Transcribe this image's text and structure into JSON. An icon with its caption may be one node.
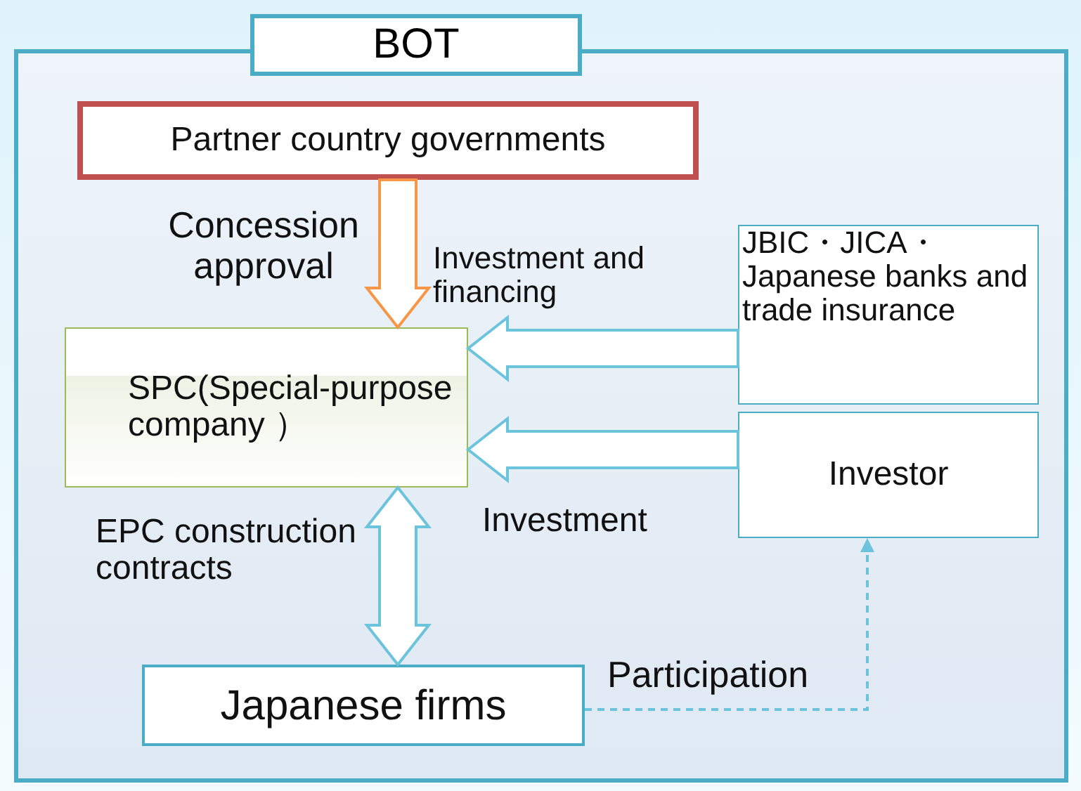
{
  "diagram": {
    "nodes": [
      {
        "text": [
          "BOT"
        ]
      },
      {
        "text": [
          "Partner country governments"
        ],
        "in": 0
      },
      {
        "text": [
          "SPC(Special-purpose company ）"
        ],
        "in": 0
      },
      {
        "text": [
          "JBIC・JICA・Japanese banks and trade insurance"
        ],
        "in": 0
      },
      {
        "text": [
          "Investor"
        ],
        "in": 0
      },
      {
        "text": [
          "Japanese firms"
        ],
        "in": 0
      }
    ],
    "edges": [
      {
        "from": 1,
        "to": 2,
        "arrow": "to",
        "label": "Concession approval",
        "style": "thick",
        "color": "#f79646"
      },
      {
        "from": 3,
        "to": 2,
        "arrow": "to",
        "label": "Investment and financing",
        "style": "thick"
      },
      {
        "from": 4,
        "to": 2,
        "arrow": "to",
        "label": "Investment",
        "style": "thick"
      },
      {
        "from": 2,
        "to": 5,
        "arrow": "both",
        "label": "EPC construction contracts",
        "style": "thick"
      },
      {
        "from": 5,
        "to": 4,
        "arrow": "to",
        "label": "Participation",
        "style": "dashed"
      }
    ]
  }
}
